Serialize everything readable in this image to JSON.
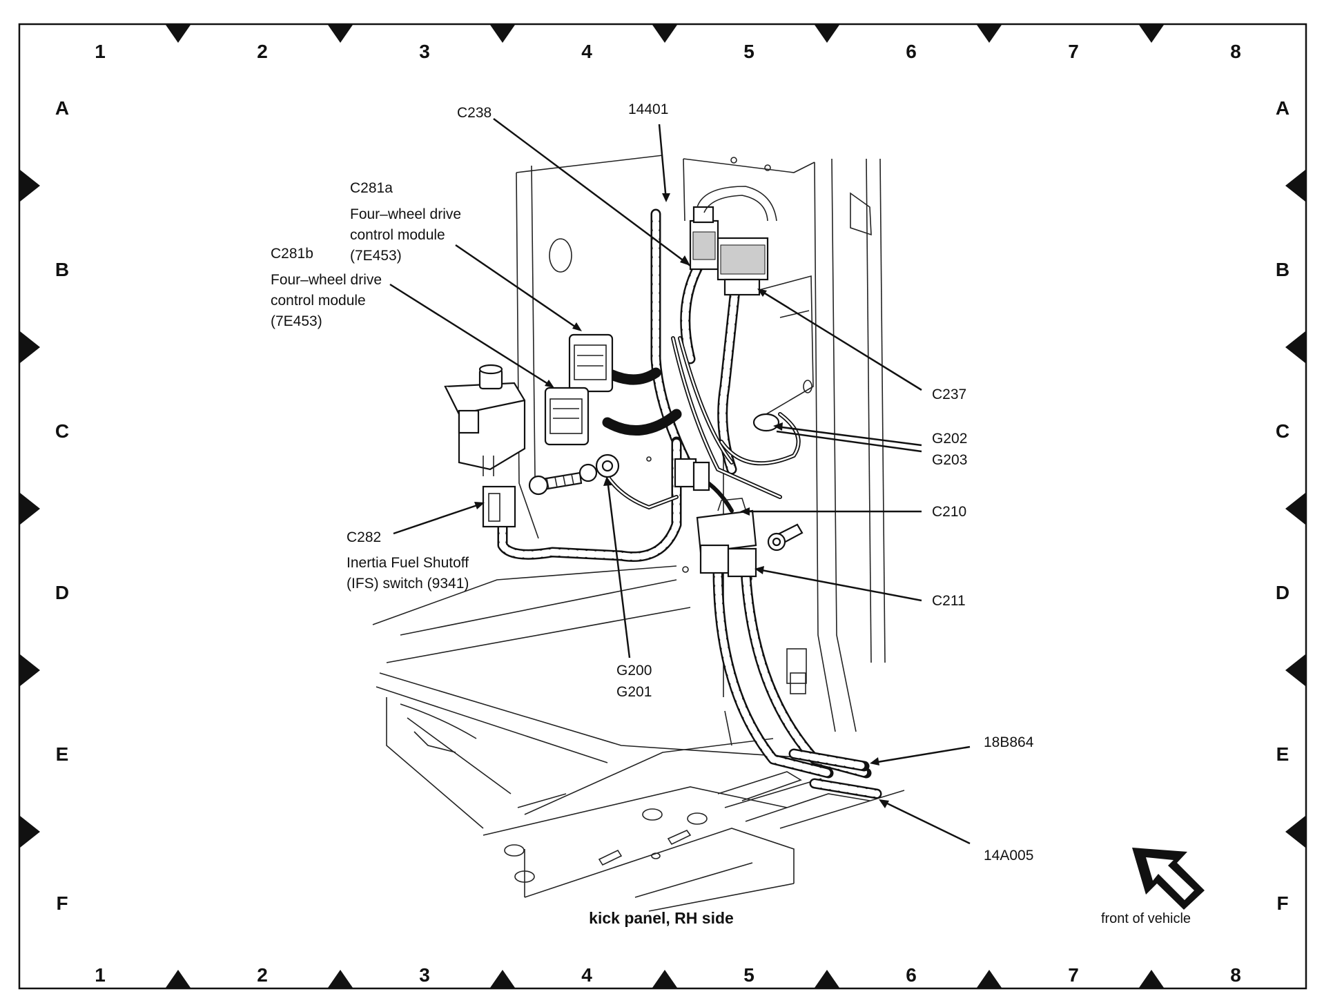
{
  "grid": {
    "columns": [
      "1",
      "2",
      "3",
      "4",
      "5",
      "6",
      "7",
      "8"
    ],
    "rows": [
      "A",
      "B",
      "C",
      "D",
      "E",
      "F"
    ]
  },
  "callouts": {
    "c238": "C238",
    "n14401": "14401",
    "c281a": {
      "code": "C281a",
      "line1": "Four–wheel drive",
      "line2": "control module",
      "line3": "(7E453)"
    },
    "c281b": {
      "code": "C281b",
      "line1": "Four–wheel drive",
      "line2": "control module",
      "line3": "(7E453)"
    },
    "c237": "C237",
    "g202": "G202",
    "g203": "G203",
    "c210": "C210",
    "c211": "C211",
    "c282": {
      "code": "C282",
      "line1": "Inertia Fuel Shutoff",
      "line2": "(IFS) switch (9341)"
    },
    "g200": "G200",
    "g201": "G201",
    "n18b864": "18B864",
    "n14a005": "14A005"
  },
  "caption": "kick panel, RH side",
  "orientation": {
    "label": "front of vehicle",
    "icon": "front-arrow-icon"
  }
}
